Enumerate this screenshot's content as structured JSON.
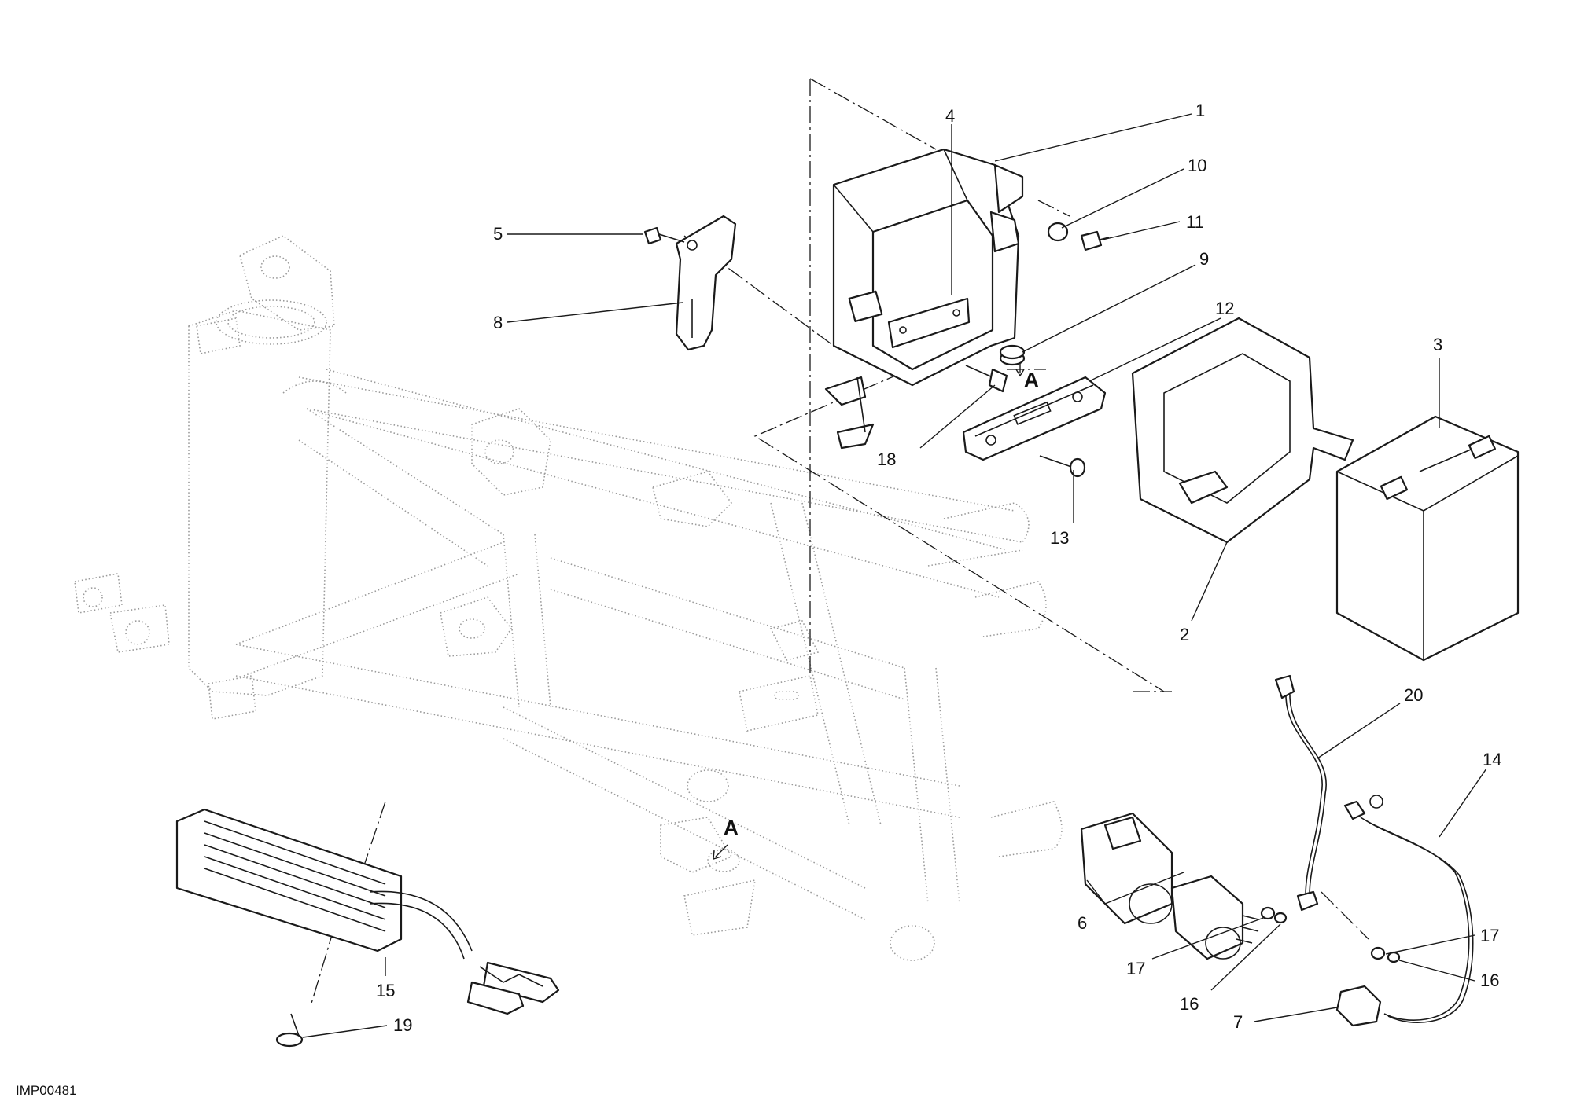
{
  "drawing_code": "IMP00481",
  "section_ref": "A",
  "callouts": [
    {
      "id": "c1",
      "text": "1"
    },
    {
      "id": "c2",
      "text": "2"
    },
    {
      "id": "c3",
      "text": "3"
    },
    {
      "id": "c4",
      "text": "4"
    },
    {
      "id": "c5",
      "text": "5"
    },
    {
      "id": "c6",
      "text": "6"
    },
    {
      "id": "c7",
      "text": "7"
    },
    {
      "id": "c8",
      "text": "8"
    },
    {
      "id": "c9",
      "text": "9"
    },
    {
      "id": "c10",
      "text": "10"
    },
    {
      "id": "c11",
      "text": "11"
    },
    {
      "id": "c12",
      "text": "12"
    },
    {
      "id": "c13",
      "text": "13"
    },
    {
      "id": "c14",
      "text": "14"
    },
    {
      "id": "c15",
      "text": "15"
    },
    {
      "id": "c16a",
      "text": "16"
    },
    {
      "id": "c16b",
      "text": "16"
    },
    {
      "id": "c17a",
      "text": "17"
    },
    {
      "id": "c17b",
      "text": "17"
    },
    {
      "id": "c18",
      "text": "18"
    },
    {
      "id": "c19",
      "text": "19"
    },
    {
      "id": "c20",
      "text": "20"
    }
  ]
}
